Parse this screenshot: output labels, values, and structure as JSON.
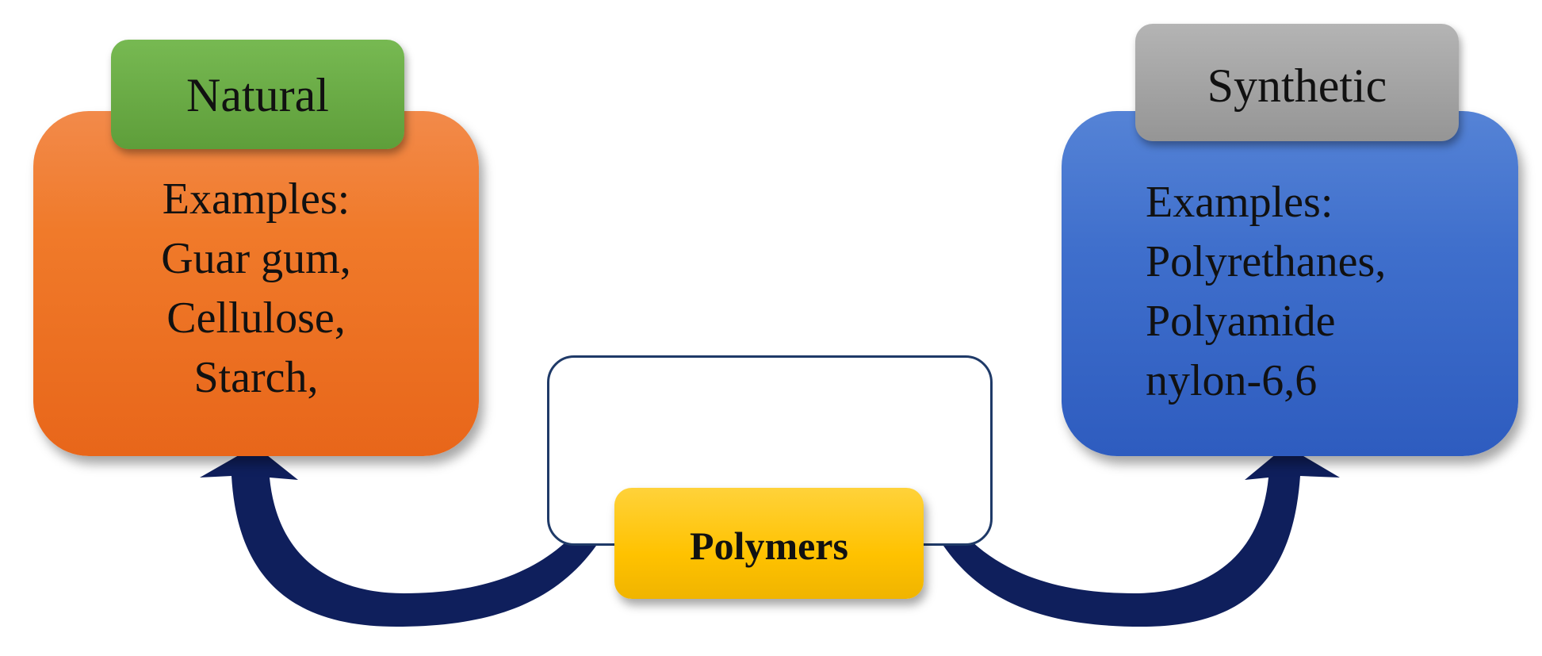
{
  "natural": {
    "title": "Natural",
    "examples": [
      "Examples:",
      "Guar gum,",
      "Cellulose,",
      "Starch,"
    ]
  },
  "synthetic": {
    "title": "Synthetic",
    "examples": [
      "Examples:",
      "Polyrethanes,",
      "Polyamide",
      "nylon-6,6"
    ]
  },
  "center": {
    "label": "Polymers"
  },
  "colors": {
    "natural_box": "#f07a2a",
    "natural_tab": "#5e9e3a",
    "synthetic_box": "#3f6fcc",
    "synthetic_tab": "#a6a6a6",
    "polymers_box": "#ffc200",
    "arrow": "#0f1f5c"
  }
}
